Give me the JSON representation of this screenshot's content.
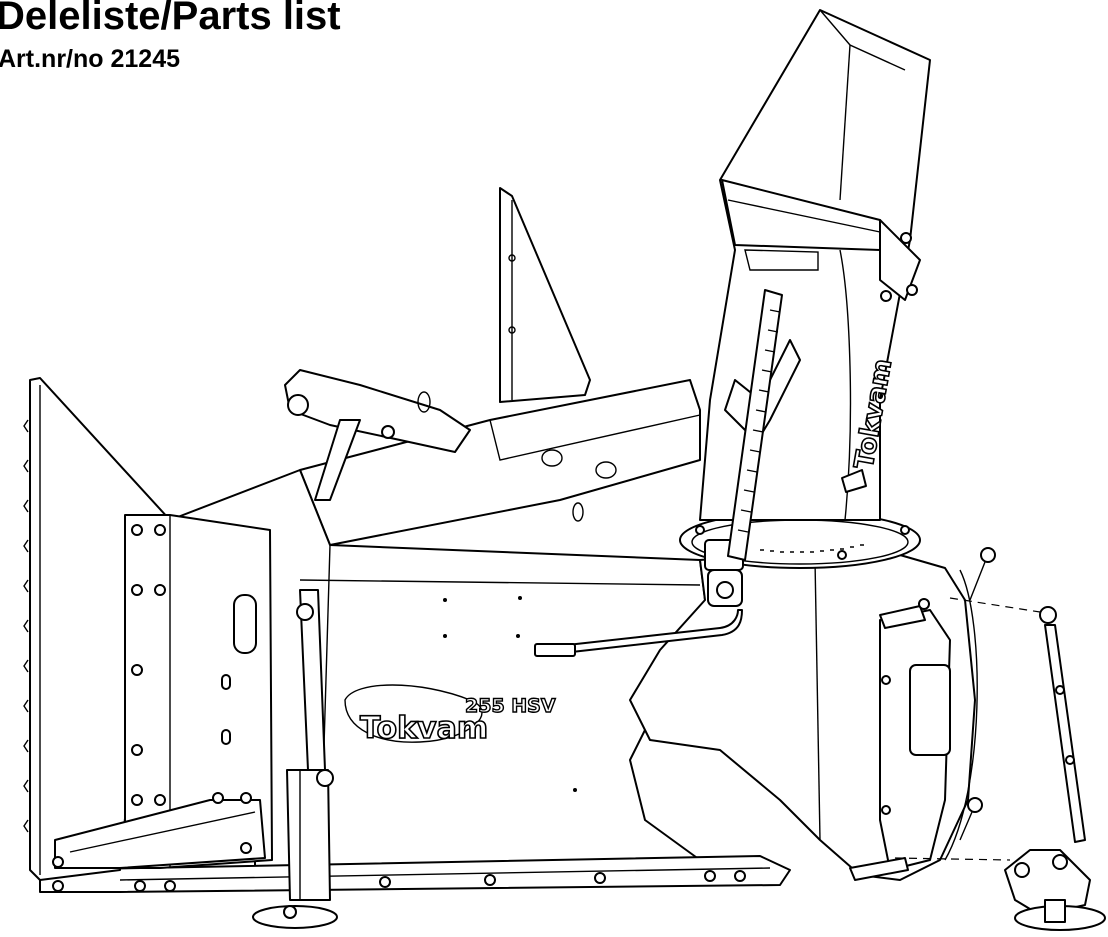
{
  "header": {
    "title": "Deleliste/Parts list",
    "article": "Art.nr/no 21245"
  },
  "drawing": {
    "brand_logo_text": "Tokvam",
    "model_badge": "255 HSV",
    "chute_logo_text": "Tokvam"
  }
}
